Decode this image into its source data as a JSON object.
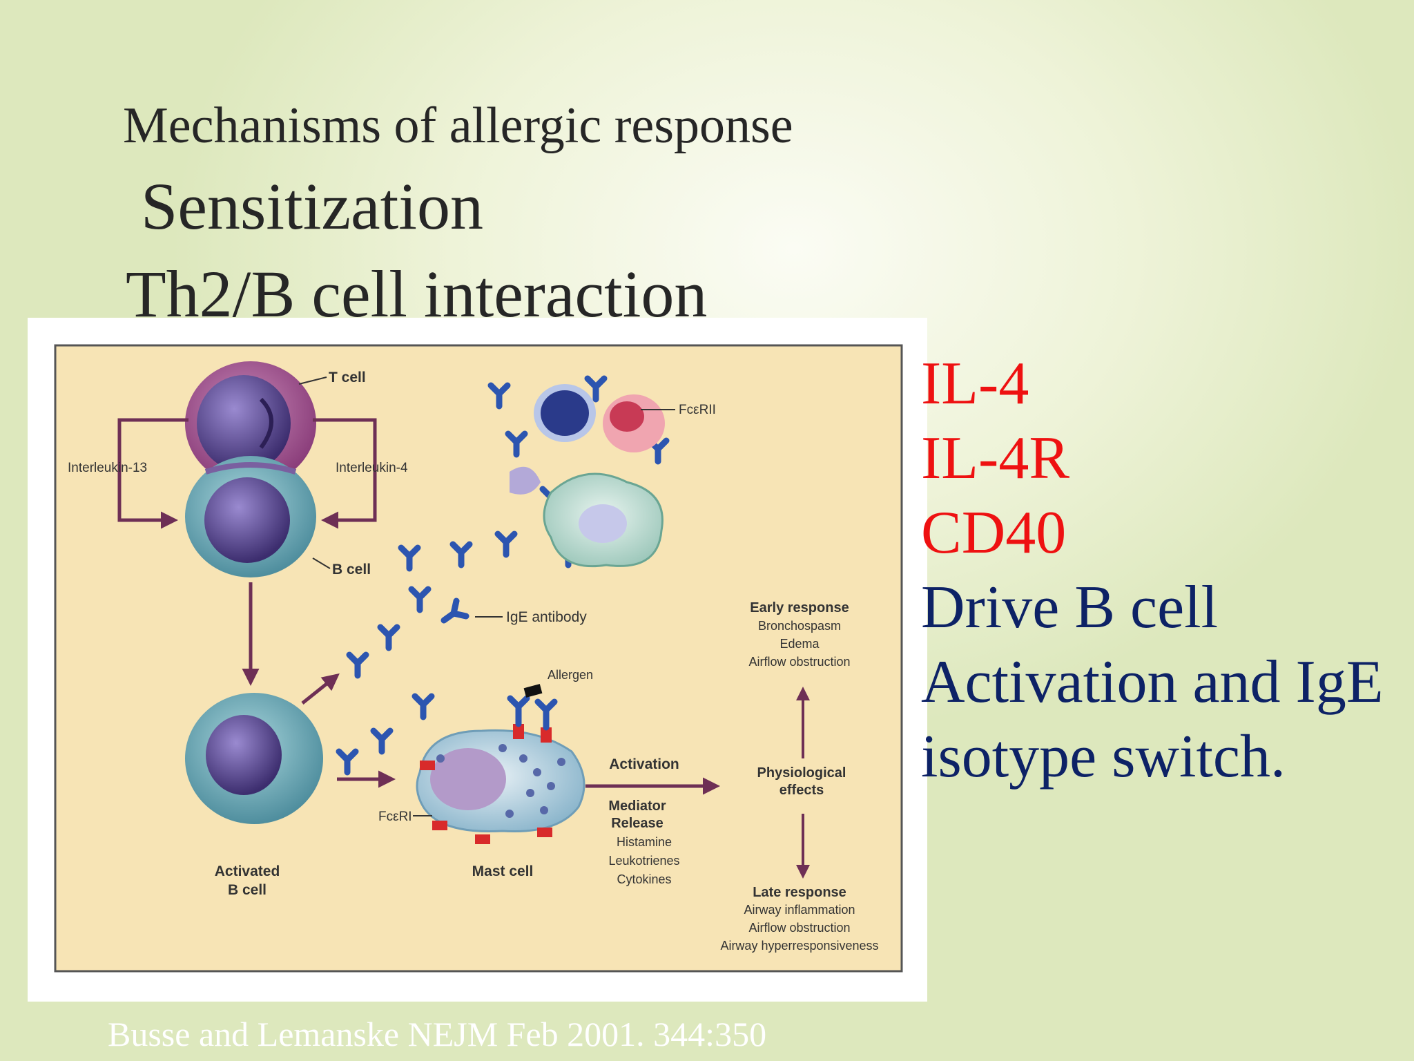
{
  "title": {
    "line1": "Mechanisms of allergic response",
    "line2": "Sensitization",
    "line3": "Th2/B cell interaction"
  },
  "right_list": [
    {
      "text": "IL-4",
      "color": "#ee1111"
    },
    {
      "text": "IL-4R",
      "color": "#ee1111"
    },
    {
      "text": "CD40",
      "color": "#ee1111"
    },
    {
      "text": "Drive B cell",
      "color": "#0d2266"
    },
    {
      "text": "Activation and IgE",
      "color": "#0d2266"
    },
    {
      "text": "isotype switch.",
      "color": "#0d2266"
    }
  ],
  "citation": "Busse and Lemanske NEJM Feb 2001. 344:350",
  "figure": {
    "labels": {
      "t_cell": "T cell",
      "b_cell": "B cell",
      "interleukin_13": "Interleukin-13",
      "interleukin_4": "Interleukin-4",
      "fceri_top": "FcεRII",
      "ige_antibody": "IgE antibody",
      "allergen": "Allergen",
      "activated_b_cell_1": "Activated",
      "activated_b_cell_2": "B cell",
      "fceri": "FcεRI",
      "mast_cell": "Mast cell",
      "activation": "Activation",
      "mediator_1": "Mediator",
      "mediator_2": "Release",
      "histamine": "Histamine",
      "leukotrienes": "Leukotrienes",
      "cytokines": "Cytokines",
      "physio_1": "Physiological",
      "physio_2": "effects",
      "early_response": "Early response",
      "bronchospasm": "Bronchospasm",
      "edema": "Edema",
      "airflow_obstruction_early": "Airflow obstruction",
      "late_response": "Late response",
      "airway_inflammation": "Airway inflammation",
      "airflow_obstruction_late": "Airflow obstruction",
      "airway_hyperresponsiveness": "Airway hyperresponsiveness"
    },
    "colors": {
      "panel_bg": "#f7e4b5",
      "border": "#555555",
      "arrow": "#6e2f55",
      "ige_blue": "#2c55b0",
      "receptor_red": "#d82a2a"
    }
  }
}
